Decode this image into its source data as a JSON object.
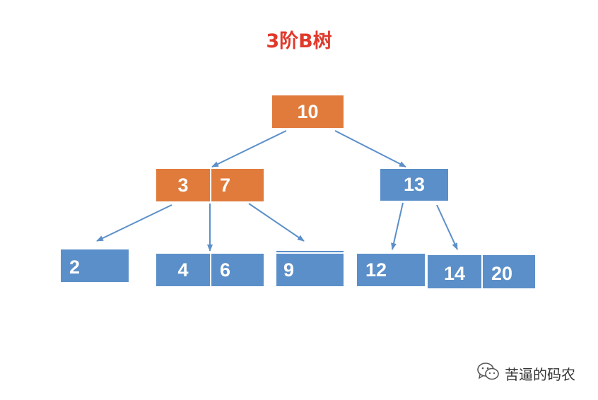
{
  "title": "3阶B树",
  "colors": {
    "internal_node": "#e07b3c",
    "leaf_node": "#5b8fc9",
    "arrow": "#5b8fc9",
    "title": "#e03a2c"
  },
  "tree": {
    "root": {
      "keys": [
        "10"
      ]
    },
    "level1": [
      {
        "keys": [
          "3",
          "7"
        ]
      },
      {
        "keys": [
          "13"
        ]
      }
    ],
    "leaves": [
      {
        "keys": [
          "2"
        ]
      },
      {
        "keys": [
          "4",
          "6"
        ]
      },
      {
        "keys": [
          "9"
        ]
      },
      {
        "keys": [
          "12"
        ]
      },
      {
        "keys": [
          "14",
          "20"
        ]
      }
    ],
    "edges": [
      [
        "root",
        "l1_0"
      ],
      [
        "root",
        "l1_1"
      ],
      [
        "l1_0",
        "leaf_0"
      ],
      [
        "l1_0",
        "leaf_1"
      ],
      [
        "l1_0",
        "leaf_2"
      ],
      [
        "l1_1",
        "leaf_3"
      ],
      [
        "l1_1",
        "leaf_4"
      ]
    ]
  },
  "watermark": {
    "icon": "wechat-icon",
    "text": "苦逼的码农"
  }
}
